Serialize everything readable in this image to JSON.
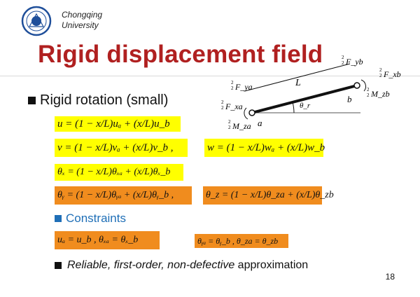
{
  "header": {
    "university_line1": "Chongqing",
    "university_line2": "University"
  },
  "slide": {
    "title": "Rigid displacement field",
    "bullet1": "Rigid rotation (small)",
    "bullet2": "Constraints",
    "bullet3_italic": "Reliable, first-order, non-defective",
    "bullet3_rest": " approximation",
    "page_number": "18"
  },
  "equations": {
    "u": "u = (1 − x/L)uₐ + (x/L)u_b",
    "v": "v = (1 − x/L)vₐ + (x/L)v_b ,",
    "w": "w = (1 − x/L)wₐ + (x/L)w_b",
    "thx": "θₓ = (1 − x/L)θₓₐ + (x/L)θₓ_b",
    "thy": "θᵧ = (1 − x/L)θᵧₐ + (x/L)θᵧ_b ,",
    "thz": "θ_z = (1 − x/L)θ_za + (x/L)θ_zb",
    "c1": "uₐ = u_b ,  θₓₐ = θₓ_b",
    "c2": "θᵧₐ = θᵧ_b ,  θ_za = θ_zb"
  },
  "diagram": {
    "L": "L",
    "a": "a",
    "b": "b",
    "theta_r": "θ_r",
    "Fya": "F_ya",
    "Fxa": "F_xa",
    "Mza": "M_za",
    "Fyb": "F_yb",
    "Fxb": "F_xb",
    "Mzb": "M_zb",
    "sup": "2",
    "sub": "2"
  },
  "colors": {
    "title": "#b02020",
    "highlight_yellow": "#ffff00",
    "highlight_orange": "#f08c1e",
    "constraint_blue": "#1f6fb7"
  }
}
